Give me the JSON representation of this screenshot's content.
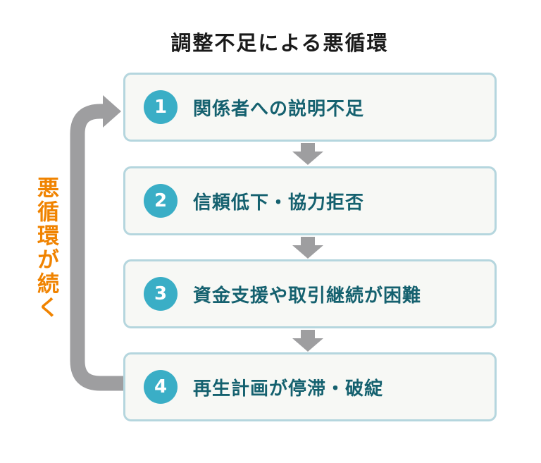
{
  "title": "調整不足による悪循環",
  "side_label": "悪循環が続く",
  "steps": [
    {
      "number": "1",
      "label": "関係者への説明不足"
    },
    {
      "number": "2",
      "label": "信頼低下・協力拒否"
    },
    {
      "number": "3",
      "label": "資金支援や取引継続が困難"
    },
    {
      "number": "4",
      "label": "再生計画が停滞・破綻"
    }
  ],
  "icons": {
    "down_arrow": "down-arrow-icon",
    "loop_arrow": "loop-back-arrow-icon"
  },
  "colors": {
    "accent_teal": "#3AAEC6",
    "step_text": "#15616F",
    "box_background": "#F7F8F5",
    "box_border": "#B5D6DE",
    "arrow_gray": "#9E9EA0",
    "side_label_orange": "#F08300",
    "title_text": "#1A1A1A",
    "background": "#FFFFFF"
  }
}
